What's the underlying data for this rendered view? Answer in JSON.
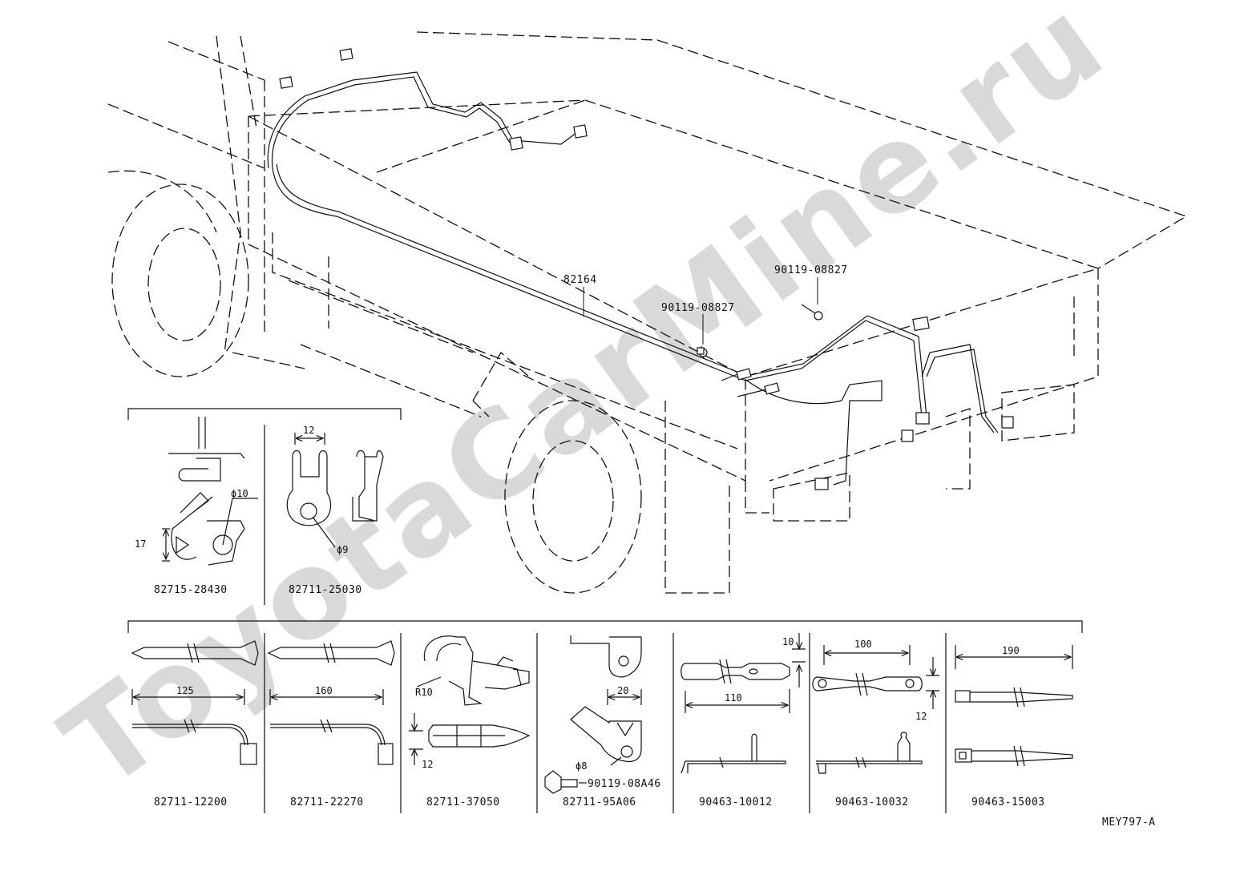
{
  "watermark": "ToyotaCarMine.ru",
  "drawing_code": "MEY797-A",
  "main_callouts": {
    "wire": "82164",
    "bolt_upper": "90119-08827",
    "bolt_lower": "90119-08827"
  },
  "upper_parts": [
    {
      "part_no": "82715-28430",
      "dims": [
        "17",
        "ϕ10"
      ]
    },
    {
      "part_no": "82711-25030",
      "dims": [
        "12",
        "ϕ9"
      ]
    }
  ],
  "lower_parts": [
    {
      "part_no": "82711-12200",
      "dims": [
        "125"
      ]
    },
    {
      "part_no": "82711-22270",
      "dims": [
        "160"
      ]
    },
    {
      "part_no": "82711-37050",
      "dims": [
        "R10",
        "12"
      ]
    },
    {
      "part_no": "82711-95A06",
      "dims": [
        "20",
        "ϕ8"
      ],
      "bolt": "90119-08A46"
    },
    {
      "part_no": "90463-10012",
      "dims": [
        "10",
        "110"
      ]
    },
    {
      "part_no": "90463-10032",
      "dims": [
        "100",
        "12"
      ]
    },
    {
      "part_no": "90463-15003",
      "dims": [
        "190"
      ]
    }
  ],
  "colors": {
    "line": "#111111",
    "watermark": "#d9d9d9"
  }
}
